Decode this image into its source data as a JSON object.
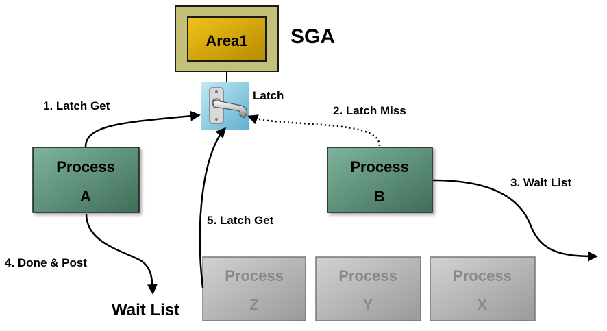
{
  "sga": {
    "area_label": "Area1",
    "title": "SGA"
  },
  "latch": {
    "label": "Latch",
    "icon": "door-handle-icon"
  },
  "steps": {
    "latch_get_a": "1. Latch Get",
    "latch_miss": "2. Latch Miss",
    "wait_list_b": "3. Wait List",
    "done_post": "4. Done & Post",
    "latch_get_z": "5. Latch Get"
  },
  "wait_list_label": "Wait List",
  "processes": {
    "a": {
      "line1": "Process",
      "line2": "A"
    },
    "b": {
      "line1": "Process",
      "line2": "B"
    },
    "z": {
      "line1": "Process",
      "line2": "Z"
    },
    "y": {
      "line1": "Process",
      "line2": "Y"
    },
    "x": {
      "line1": "Process",
      "line2": "X"
    }
  },
  "colors": {
    "sga_outer": "#c4c078",
    "sga_inner": "#d8aa10",
    "process_active": "#5d9078",
    "process_waiting": "#b4b4b4",
    "latch_bg": "#9dd4e8"
  }
}
